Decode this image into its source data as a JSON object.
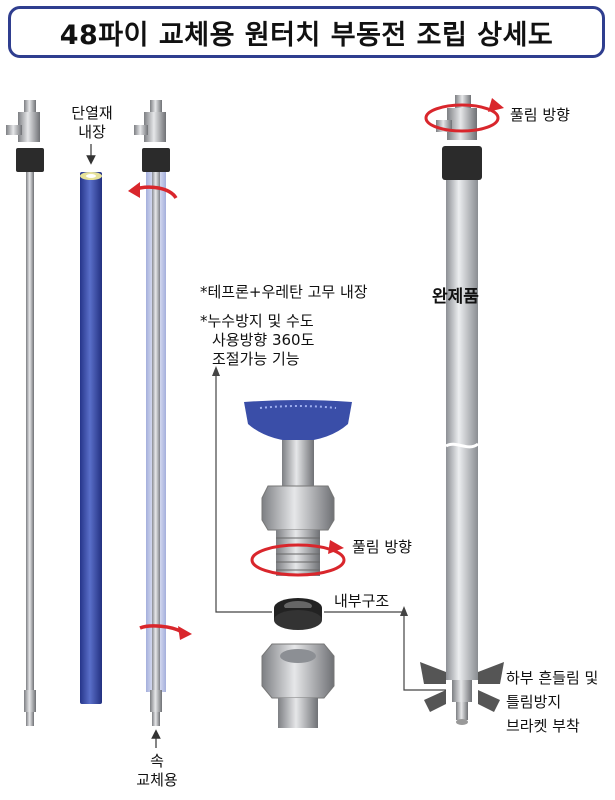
{
  "title": "48파이 교체용 원터치 부동전 조립 상세도",
  "labels": {
    "insulation_line1": "단열재",
    "insulation_line2": "내장",
    "release_top": "풀림 방향",
    "complete": "완제품",
    "feature1": "*테프론+우레탄 고무 내장",
    "feature2_line1": "*누수방지 및 수도",
    "feature2_line2": "사용방향 360도",
    "feature2_line3": "조절가능 기능",
    "release_mid": "풀림 방향",
    "internal": "내부구조",
    "bracket_line1": "하부 흔들림 및",
    "bracket_line2": "틀림방지",
    "bracket_line3": "브라켓 부착",
    "inner_line1": "속",
    "inner_line2": "교체용"
  },
  "colors": {
    "title_border": "#2f3e8f",
    "arrow_red": "#d9262c",
    "pipe_blue": "#3a4ea8",
    "pipe_gray": "#b9bcc0"
  }
}
